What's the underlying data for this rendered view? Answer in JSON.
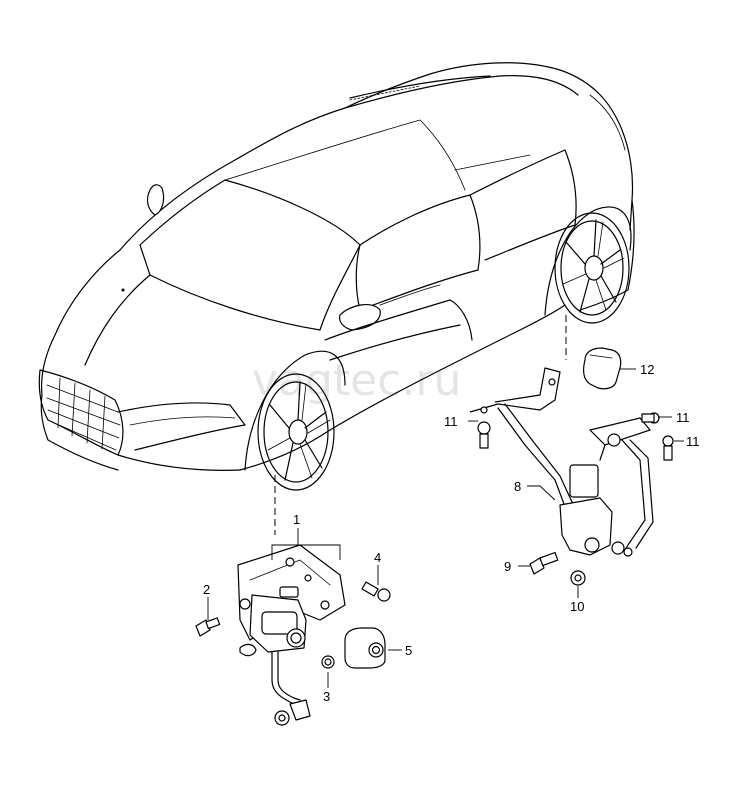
{
  "watermark": "vagtec.ru",
  "callouts": {
    "c1": "1",
    "c2": "2",
    "c3": "3",
    "c4": "4",
    "c5": "5",
    "c8": "8",
    "c9": "9",
    "c10": "10",
    "c11a": "11",
    "c11b": "11",
    "c11c": "11",
    "c12": "12"
  }
}
